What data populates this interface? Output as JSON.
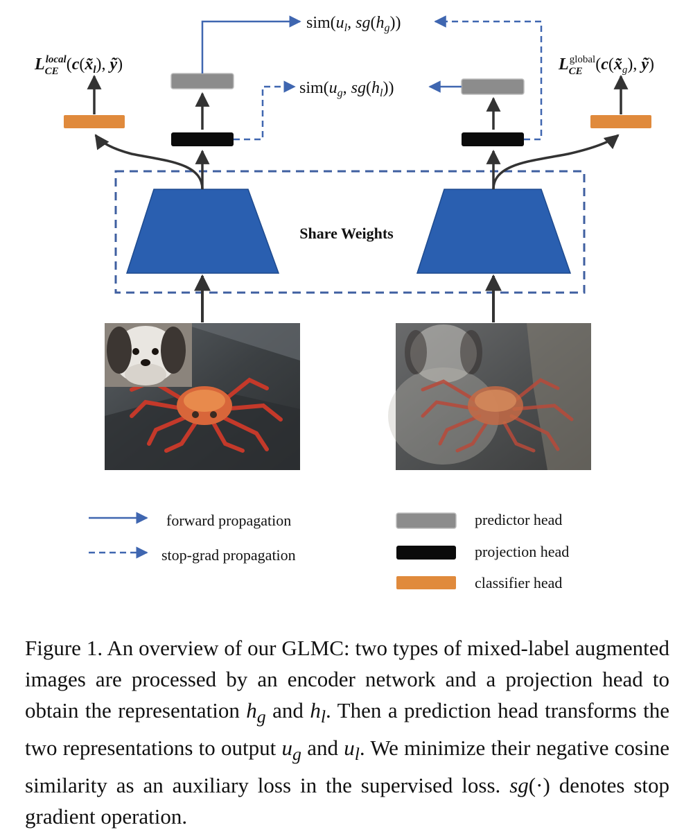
{
  "diagram": {
    "share_weights_label": "Share Weights",
    "sim_top": "sim(uₗ, sg(h_g))",
    "sim_mid": "sim(u_g, sg(hₗ))",
    "loss_local": "L_CE^local(c(x̃ₗ), ỹ)",
    "loss_global": "L_CE^global(c(x̃_g), ỹ)",
    "legend": {
      "forward": "forward propagation",
      "stopgrad": "stop-grad propagation",
      "predictor": "predictor head",
      "projection": "projection head",
      "classifier": "classifier head"
    },
    "colors": {
      "encoder": "#2a5fb0",
      "predictor": "#8c8c8c",
      "projection": "#0b0b0b",
      "classifier": "#e08a3c",
      "forward_line": "#3f66b0",
      "stopgrad_line": "#3f66b0",
      "dark_arrow": "#333333"
    }
  },
  "caption": {
    "figure_label": "Figure 1.",
    "p1": " An overview of our GLMC: two types of mixed-label augmented images are processed by an encoder network and a projection head to obtain the representation ",
    "h_g": "h",
    "h_g_sub": "g",
    "and1": " and ",
    "h_l": "h",
    "h_l_sub": "l",
    "p2": ". Then a prediction head transforms the two representations to output ",
    "u_g": "u",
    "u_g_sub": "g",
    "and2": " and ",
    "u_l": "u",
    "u_l_sub": "l",
    "p3": ". We minimize their negative cosine similarity as an auxiliary loss in the supervised loss. ",
    "sg": "sg",
    "sg_arg": "(·)",
    "p4": " denotes stop gradient operation."
  }
}
